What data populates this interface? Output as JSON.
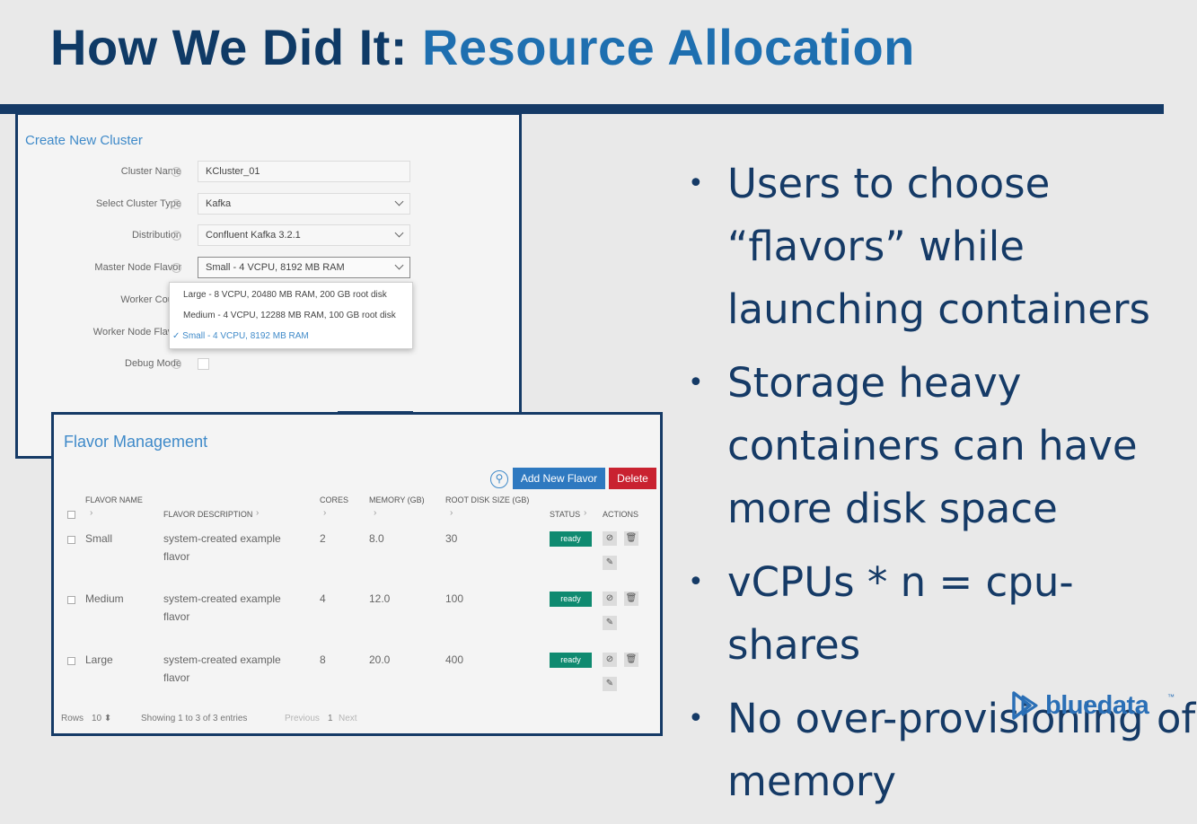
{
  "slide": {
    "title_main": "How We Did It:",
    "title_accent": "Resource Allocation",
    "bullets": [
      "Users to choose “flavors” while launching containers",
      "Storage heavy containers can have more disk space",
      "vCPUs * n = cpu-shares",
      "No over-provisioning of memory"
    ],
    "logo_text": "bluedata",
    "logo_tm": "™"
  },
  "colors": {
    "brand_navy": "#153a66",
    "accent_blue": "#1e6fb0",
    "link_blue": "#3f8ac9",
    "ready_green": "#0f8a70",
    "delete_red": "#c92230"
  },
  "create_cluster": {
    "title": "Create New Cluster",
    "fields": {
      "cluster_name": {
        "label": "Cluster Name",
        "value": "KCluster_01"
      },
      "cluster_type": {
        "label": "Select Cluster Type",
        "value": "Kafka"
      },
      "distribution": {
        "label": "Distribution",
        "value": "Confluent Kafka 3.2.1"
      },
      "master_flavor": {
        "label": "Master Node Flavor",
        "value": "Small - 4 VCPU, 8192 MB RAM"
      },
      "worker_count": {
        "label": "Worker Count"
      },
      "worker_flavor": {
        "label": "Worker Node Flavor"
      },
      "debug_mode": {
        "label": "Debug Mode"
      }
    },
    "dropdown_options": [
      "Large - 8 VCPU, 20480 MB RAM, 200 GB root disk",
      "Medium - 4 VCPU, 12288 MB RAM, 100 GB root disk",
      "✓ Small - 4 VCPU, 8192 MB RAM"
    ]
  },
  "flavor_management": {
    "title": "Flavor Management",
    "add_label": "Add New Flavor",
    "delete_label": "Delete",
    "columns": {
      "name": "FLAVOR NAME",
      "description": "FLAVOR DESCRIPTION",
      "cores": "CORES",
      "memory": "MEMORY (GB)",
      "disk": "ROOT DISK SIZE (GB)",
      "status": "STATUS",
      "actions": "ACTIONS"
    },
    "rows": [
      {
        "name": "Small",
        "desc1": "system-created example",
        "desc2": "flavor",
        "cores": "2",
        "memory": "8.0",
        "disk": "30",
        "status": "ready"
      },
      {
        "name": "Medium",
        "desc1": "system-created example",
        "desc2": "flavor",
        "cores": "4",
        "memory": "12.0",
        "disk": "100",
        "status": "ready"
      },
      {
        "name": "Large",
        "desc1": "system-created example",
        "desc2": "flavor",
        "cores": "8",
        "memory": "20.0",
        "disk": "400",
        "status": "ready"
      }
    ],
    "footer": {
      "rows_label": "Rows",
      "rows_value": "10 ⬍",
      "showing": "Showing 1 to 3 of 3 entries",
      "previous": "Previous",
      "page": "1",
      "next": "Next"
    }
  }
}
